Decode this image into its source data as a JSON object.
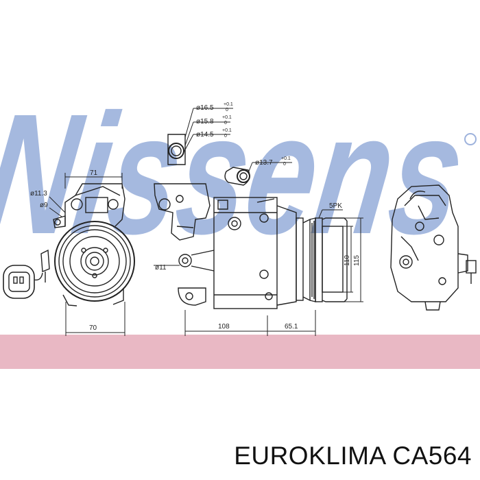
{
  "watermark": {
    "text": "Nissens",
    "color": "#5b7fc4"
  },
  "band_color": "#e9b8c4",
  "drawing_color": "#222222",
  "dimensions": {
    "fitting_1": "ø16.5",
    "fitting_1_tol_top": "+0.1",
    "fitting_1_tol_bot": "0",
    "fitting_2": "ø15.8",
    "fitting_2_tol_top": "+0.1",
    "fitting_2_tol_bot": "0",
    "fitting_3": "ø14.5",
    "fitting_3_tol_top": "+0.1",
    "fitting_3_tol_bot": "0",
    "fitting_4": "ø13.7",
    "fitting_4_tol_top": "+0.1",
    "fitting_4_tol_bot": "0",
    "front_width_top": "71",
    "hole_large": "ø11.3",
    "hole_small": "ø9",
    "front_width_bottom": "70",
    "side_hole": "ø11",
    "side_length": "108",
    "pulley_offset": "65.1",
    "pulley_type": "5PK",
    "height_inner": "110",
    "height_outer": "115"
  },
  "caption": "EUROKLIMA CA564"
}
